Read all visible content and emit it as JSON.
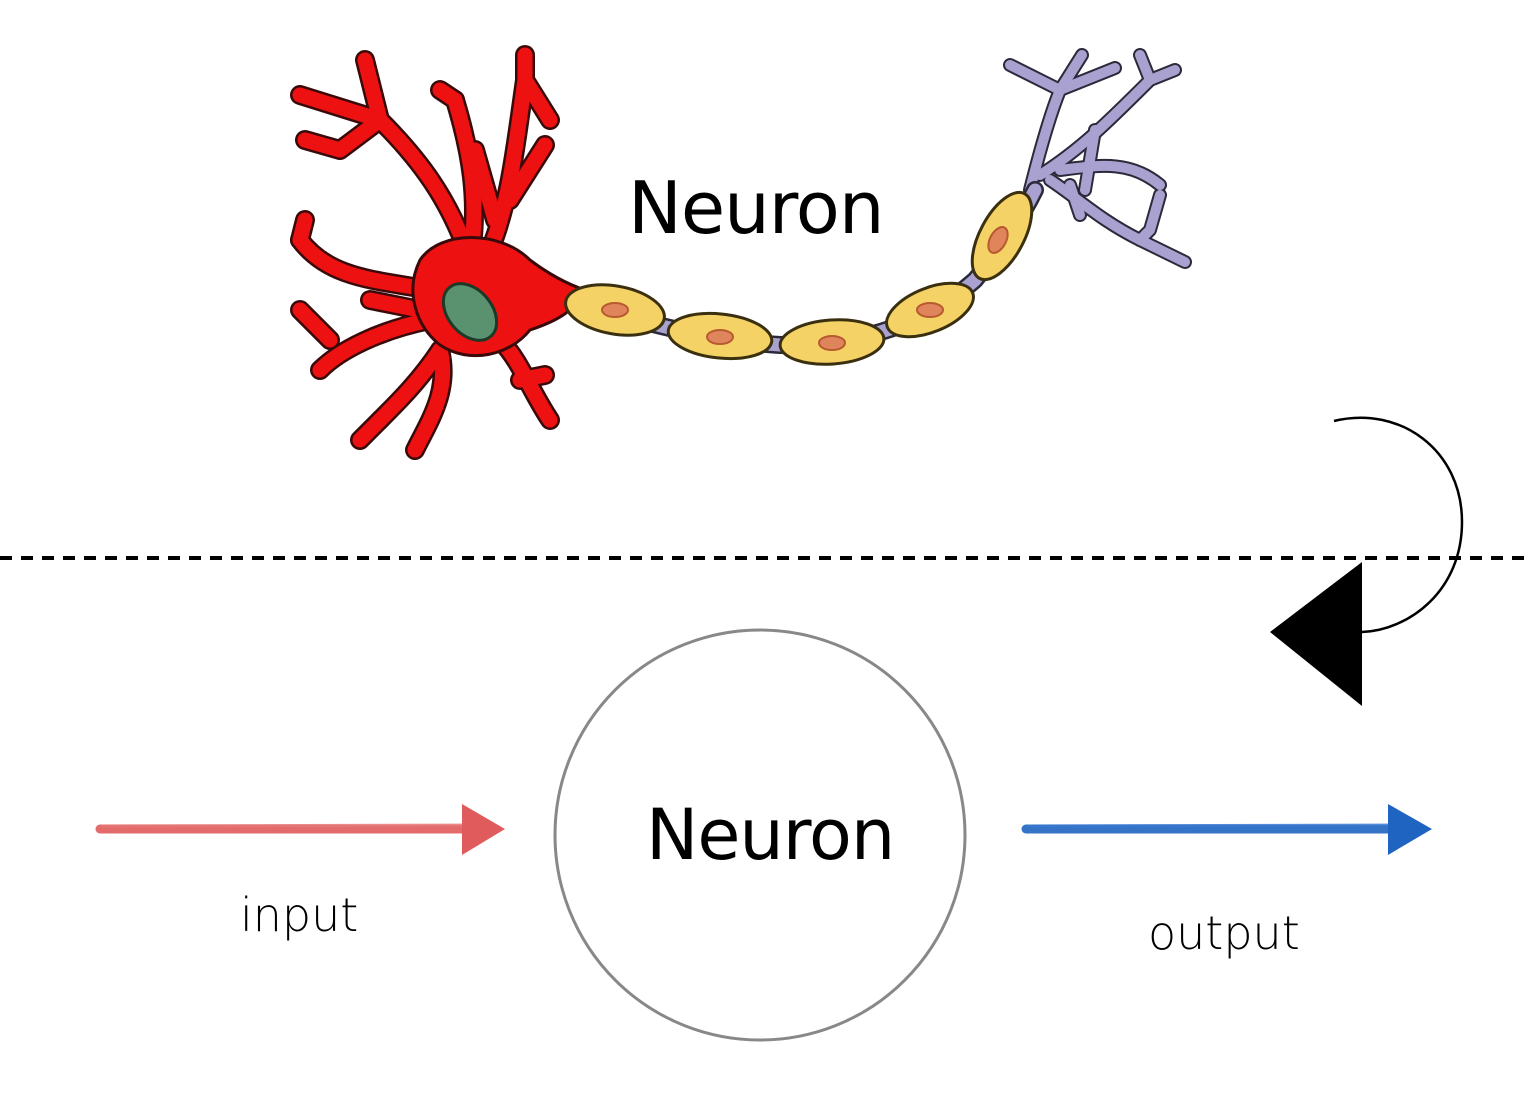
{
  "top_section": {
    "title": "Neuron"
  },
  "bottom_section": {
    "node_label": "Neuron",
    "input_label": "input",
    "output_label": "output"
  },
  "colors": {
    "soma": "#ee1111",
    "nucleus": "#5a9270",
    "myelin": "#f5d265",
    "myelin_nucleus": "#e0845c",
    "axon_terminal": "#a9a2d0",
    "input_arrow": "#e05c5c",
    "output_arrow": "#1f64c0",
    "circle_stroke": "#888888",
    "divider": "#000000"
  }
}
